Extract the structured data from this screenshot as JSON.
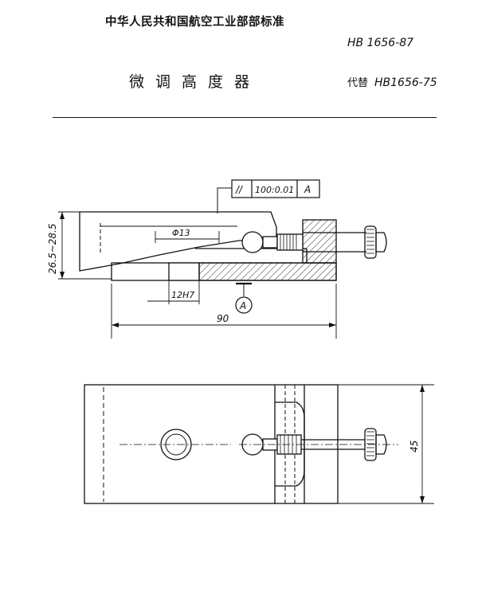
{
  "header": {
    "organization": "中华人民共和国航空工业部部标准",
    "standard_number": "HB 1656-87",
    "title": "微调高度器",
    "replaces_label": "代替",
    "replaces_code": "HB1656-75"
  },
  "drawing": {
    "tolerance_frame": {
      "symbol": "//",
      "value": "100:0.01",
      "datum": "A"
    },
    "dim_height": "26.5~28.5",
    "dim_diameter": "Φ13",
    "dim_hole_fit": "12H7",
    "datum_label": "A",
    "dim_length": "90",
    "dim_width": "45"
  }
}
